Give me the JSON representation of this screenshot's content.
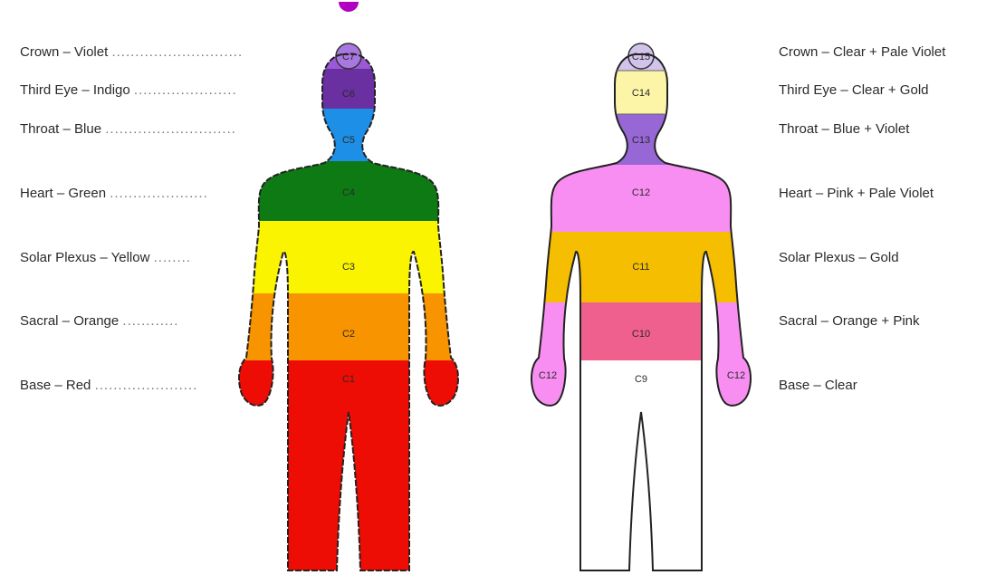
{
  "left_labels": [
    {
      "text": "Crown – Violet",
      "dots": "............................"
    },
    {
      "text": "Third Eye – Indigo",
      "dots": "......................"
    },
    {
      "text": "Throat – Blue",
      "dots": "............................"
    },
    {
      "text": "Heart – Green",
      "dots": "....................."
    },
    {
      "text": "Solar Plexus – Yellow",
      "dots": "........"
    },
    {
      "text": "Sacral – Orange",
      "dots": "............"
    },
    {
      "text": "Base – Red",
      "dots": "......................"
    }
  ],
  "right_labels": [
    {
      "text": "Crown – Clear + Pale Violet"
    },
    {
      "text": "Third Eye – Clear + Gold"
    },
    {
      "text": "Throat – Blue + Violet"
    },
    {
      "text": "Heart – Pink + Pale Violet"
    },
    {
      "text": "Solar Plexus – Gold"
    },
    {
      "text": "Sacral – Orange + Pink"
    },
    {
      "text": "Base – Clear"
    }
  ],
  "left_figure": {
    "codes": {
      "c7": "C7",
      "c6": "C6",
      "c5": "C5",
      "c4": "C4",
      "c3": "C3",
      "c2": "C2",
      "c1": "C1"
    },
    "colors": {
      "violet": "#9b59d6",
      "indigo": "#6a2fa0",
      "blue": "#1e8fe6",
      "green": "#0e7a13",
      "yellow": "#fbf400",
      "orange": "#f79400",
      "red": "#ee0d05"
    }
  },
  "right_figure": {
    "codes": {
      "c15": "C15",
      "c14": "C14",
      "c13": "C13",
      "c12": "C12",
      "c11": "C11",
      "c10": "C10",
      "c9": "C9",
      "c12_left_hand": "C12",
      "c12_right_hand": "C12"
    },
    "colors": {
      "pale_violet": "#d2c3ea",
      "pale_yellow": "#fcf4a6",
      "violet": "#9867d6",
      "pink": "#f98ef2",
      "gold": "#f6be00",
      "rose": "#f0608e",
      "clear": "#ffffff"
    }
  },
  "top_dot_color": "#b000c0"
}
